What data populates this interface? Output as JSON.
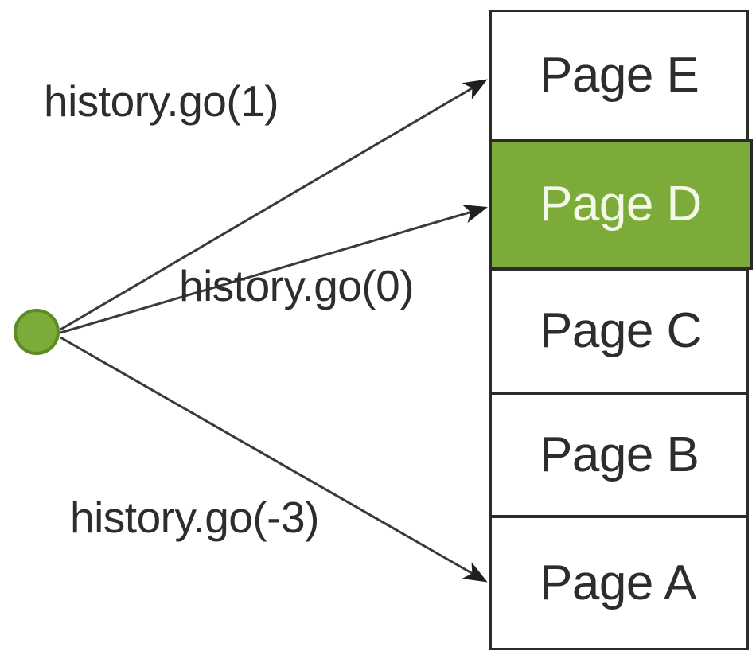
{
  "diagram": {
    "title": "history.go() navigation diagram",
    "colors": {
      "accent_green": "#7dab39",
      "node_border_green": "#5c8a25",
      "box_border": "#2b2b2b",
      "text_dark": "#2d2d2d",
      "text_on_green": "#f2f9e8",
      "background": "#ffffff"
    }
  },
  "current_node": {
    "name": "current-position",
    "label": ""
  },
  "stack": {
    "name": "history-stack",
    "entries": [
      {
        "label": "Page E",
        "active": false,
        "delta": 1
      },
      {
        "label": "Page D",
        "active": true,
        "delta": 0
      },
      {
        "label": "Page C",
        "active": false,
        "delta": -1
      },
      {
        "label": "Page B",
        "active": false,
        "delta": -2
      },
      {
        "label": "Page A",
        "active": false,
        "delta": -3
      }
    ]
  },
  "calls": [
    {
      "id": "go-1",
      "label": "history.go(1)",
      "target": "Page E"
    },
    {
      "id": "go-0",
      "label": "history.go(0)",
      "target": "Page D"
    },
    {
      "id": "go-neg3",
      "label": "history.go(-3)",
      "target": "Page A"
    }
  ]
}
